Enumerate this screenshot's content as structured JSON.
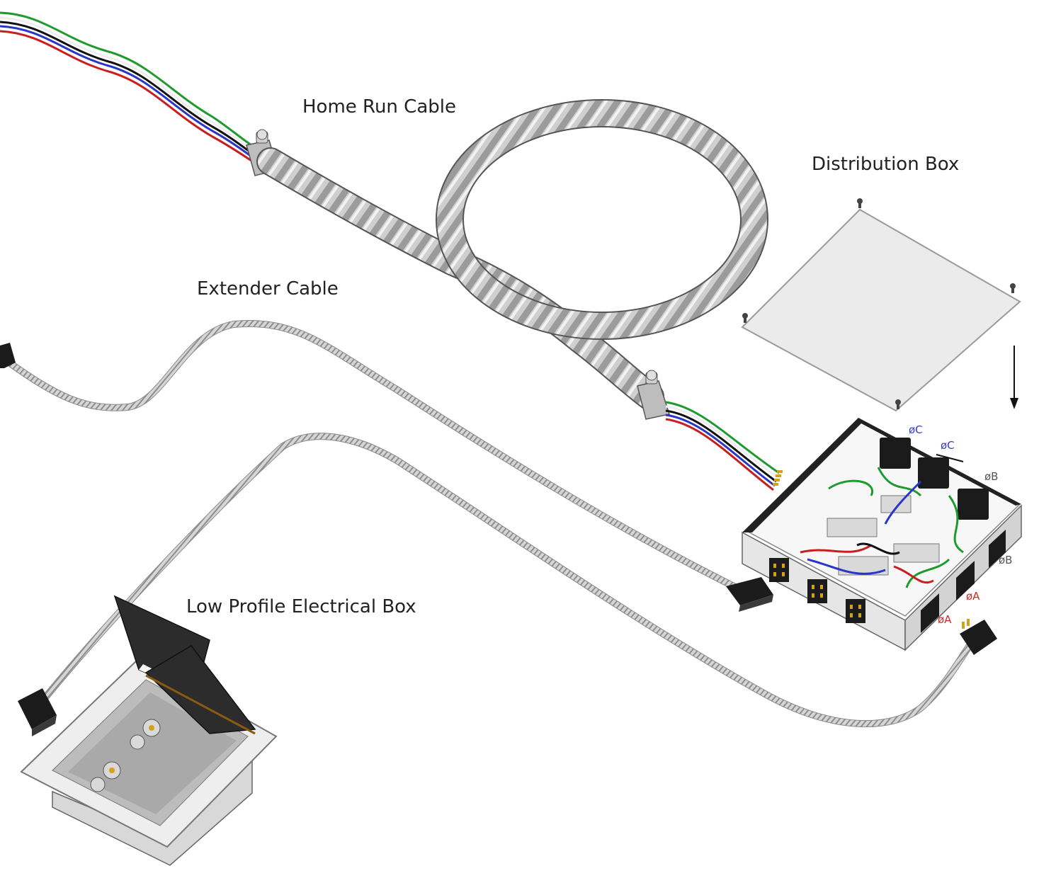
{
  "labels": {
    "home_run_cable": "Home Run Cable",
    "distribution_box": "Distribution Box",
    "extender_cable": "Extender Cable",
    "low_profile_box": "Low Profile Electrical Box"
  },
  "phase_labels": {
    "c_top": "øC",
    "c_wire": "øC",
    "b_top": "øB",
    "b_side": "øB",
    "a_side": "øA",
    "a_front": "øA"
  },
  "colors": {
    "phase_c": "#3a3acc",
    "phase_b": "#555555",
    "phase_a": "#cc2a2a",
    "wire_green": "#1f9a2f",
    "wire_blue": "#2a36c8",
    "wire_red": "#c81e1e",
    "wire_black": "#111111",
    "conduit": "#b9b9b9",
    "connector": "#1b1b1b"
  },
  "icons": {
    "arrow": "down-arrow-icon"
  }
}
